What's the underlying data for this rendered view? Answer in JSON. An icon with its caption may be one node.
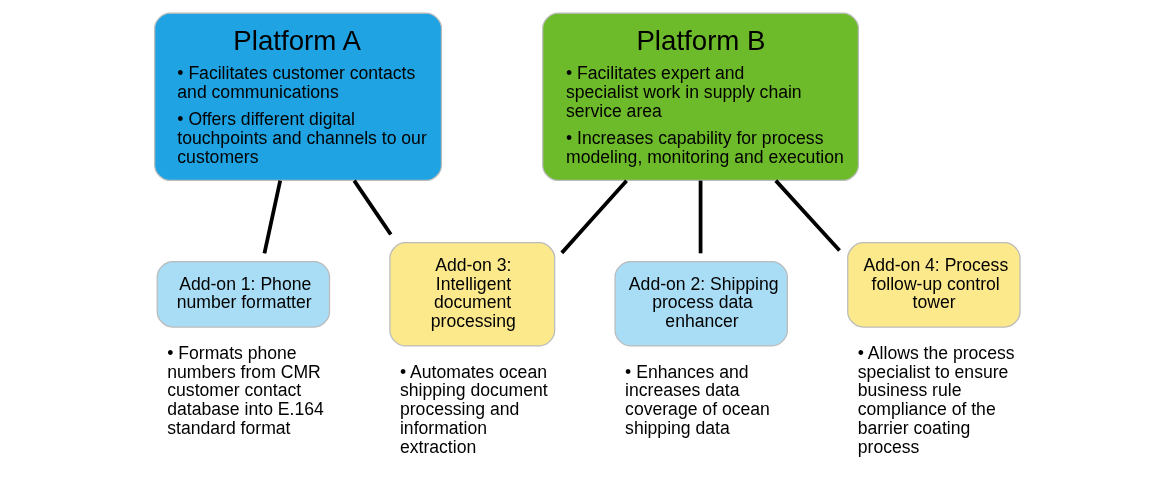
{
  "diagram": {
    "nodes": [
      {
        "text": [
          "Platform A",
          "• Facilitates customer contacts and communications",
          "• Offers different digital touchpoints and channels to our customers"
        ]
      },
      {
        "text": [
          "Platform B",
          "• Facilitates expert and specialist work in supply chain service area",
          "• Increases capability for process modeling, monitoring and execution"
        ]
      },
      {
        "text": [
          "Add-on 1: Phone number formatter"
        ],
        "beside": [
          "• Formats phone numbers from CMR customer contact database into E.164 standard format"
        ]
      },
      {
        "text": [
          "Add-on 3: Intelligent document processing"
        ],
        "beside": [
          "• Automates ocean shipping document processing and information extraction"
        ]
      },
      {
        "text": [
          "Add-on 2: Shipping process data enhancer"
        ],
        "beside": [
          "• Enhances and increases data coverage of ocean shipping data"
        ]
      },
      {
        "text": [
          "Add-on 4: Process follow-up control tower"
        ],
        "beside": [
          "• Allows the process specialist to ensure business rule compliance of the barrier coating process"
        ]
      }
    ],
    "edges": [
      {
        "from": 0,
        "to": 2,
        "arrow": "none"
      },
      {
        "from": 0,
        "to": 3,
        "arrow": "none"
      },
      {
        "from": 1,
        "to": 3,
        "arrow": "none"
      },
      {
        "from": 1,
        "to": 4,
        "arrow": "none"
      },
      {
        "from": 1,
        "to": 5,
        "arrow": "none"
      }
    ]
  }
}
